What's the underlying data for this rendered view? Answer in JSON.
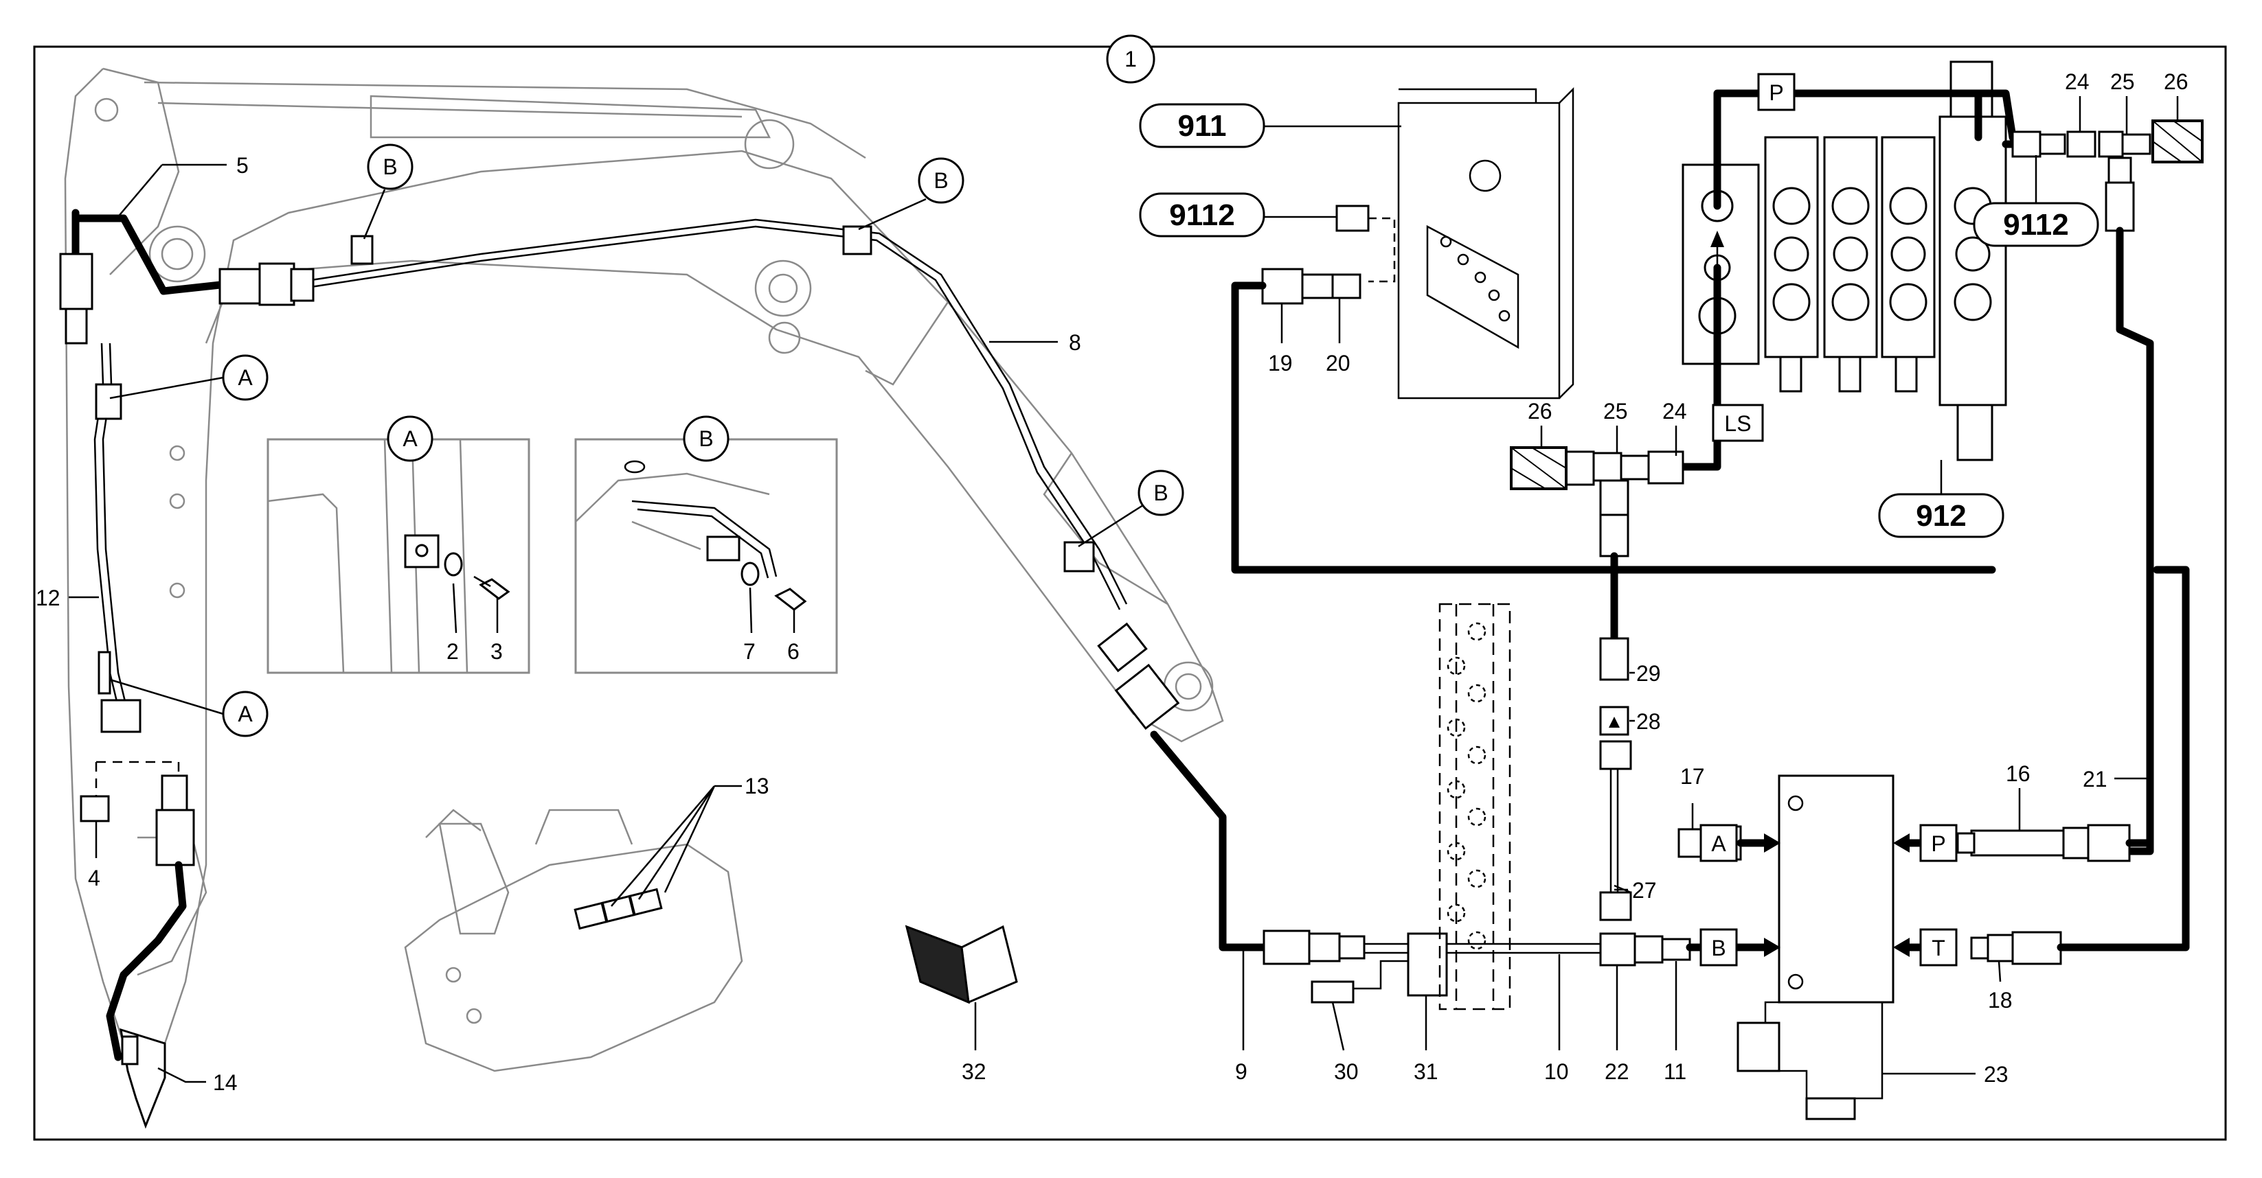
{
  "figure": {
    "main_callout": "1",
    "detail_a_label": "A",
    "detail_b_label": "B"
  },
  "group_labels": {
    "g911": "911",
    "g9112_left": "9112",
    "g9112_right": "9112",
    "g912": "912"
  },
  "port_labels": {
    "p_top": "P",
    "ls": "LS",
    "a_port": "A",
    "b_port": "B",
    "p_valve": "P",
    "t_valve": "T"
  },
  "callouts": {
    "c_a1": "A",
    "c_a2": "A",
    "c_b1": "B",
    "c_b2": "B",
    "c_b3": "B"
  },
  "part_numbers": {
    "n2": "2",
    "n3": "3",
    "n4": "4",
    "n5": "5",
    "n6": "6",
    "n7": "7",
    "n8": "8",
    "n9": "9",
    "n10": "10",
    "n11": "11",
    "n12": "12",
    "n13": "13",
    "n14": "14",
    "n16": "16",
    "n17": "17",
    "n18": "18",
    "n19": "19",
    "n20": "20",
    "n21": "21",
    "n22": "22",
    "n23": "23",
    "n24a": "24",
    "n24b": "24",
    "n25a": "25",
    "n25b": "25",
    "n26a": "26",
    "n26b": "26",
    "n27": "27",
    "n28": "28",
    "n29": "29",
    "n30": "30",
    "n31": "31",
    "n32": "32"
  }
}
